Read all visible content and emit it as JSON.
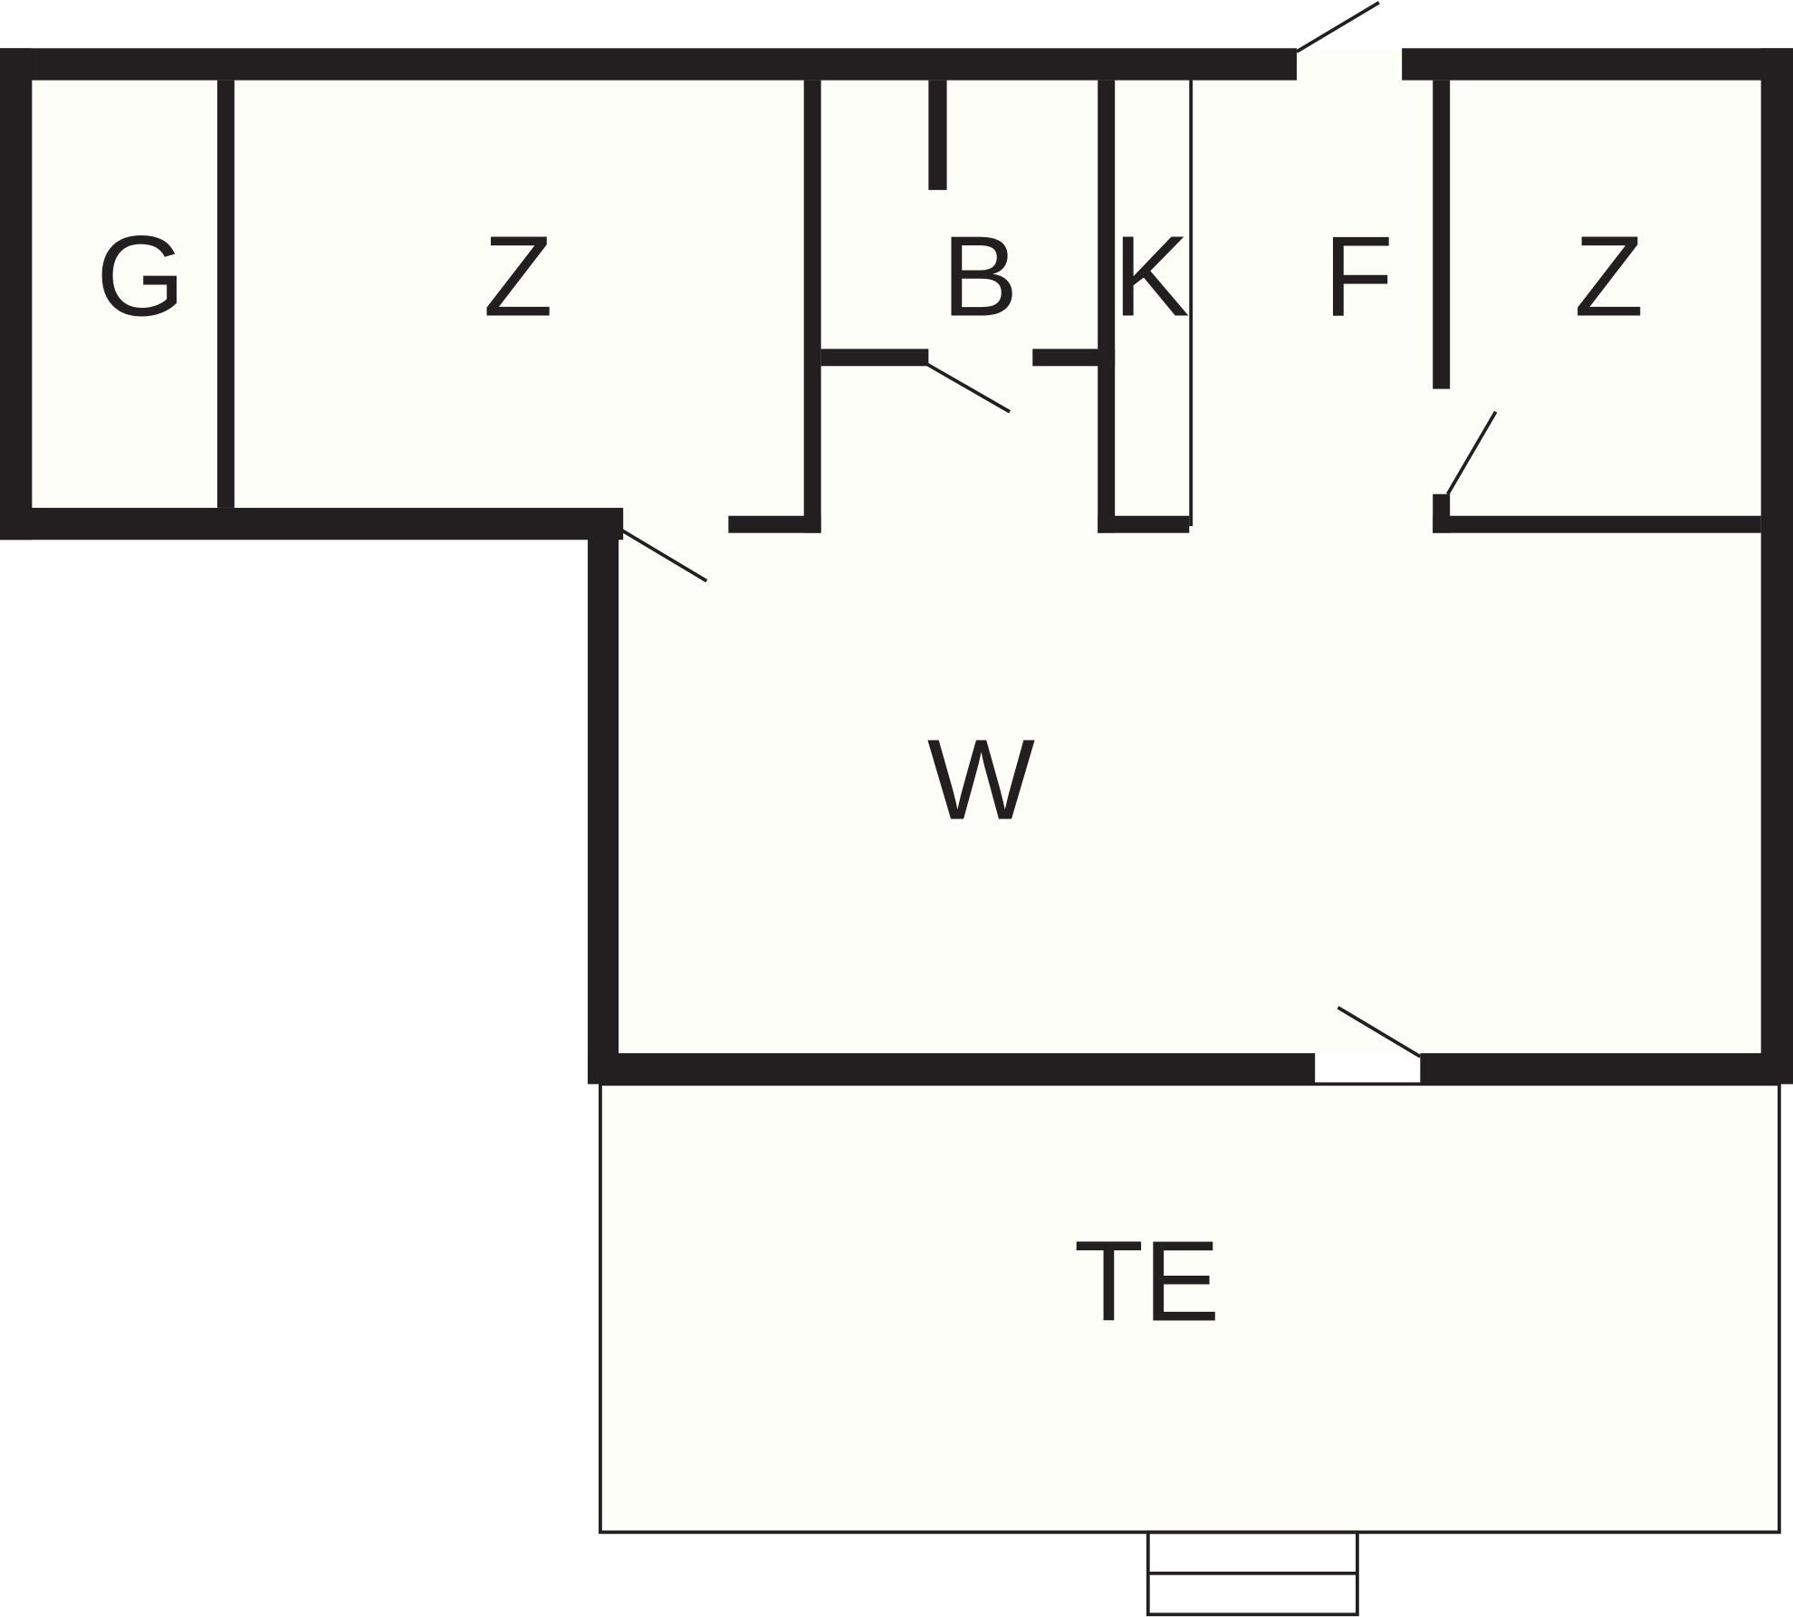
{
  "floorplan": {
    "rooms": {
      "g": "G",
      "z_left": "Z",
      "b": "B",
      "k": "K",
      "f": "F",
      "z_right": "Z",
      "w": "W",
      "te": "TE"
    },
    "colors": {
      "wall": "#231f20",
      "floor": "#fdfef8",
      "background": "#ffffff"
    }
  }
}
